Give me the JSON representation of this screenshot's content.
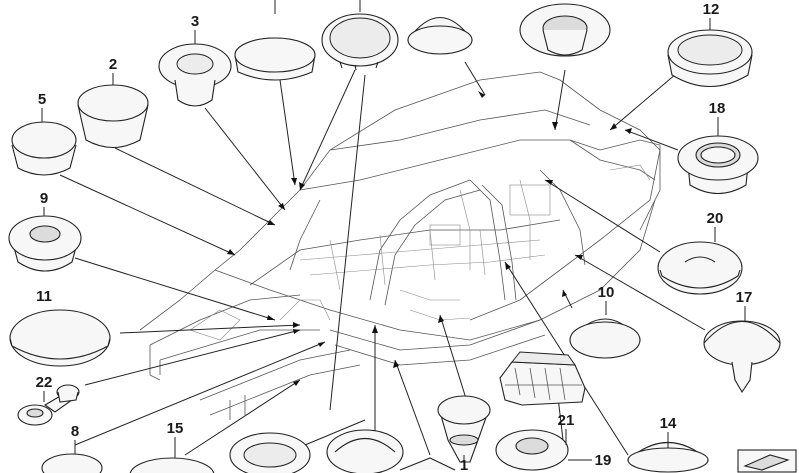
{
  "labels": {
    "p1": "1",
    "p2": "2",
    "p3": "3",
    "p5": "5",
    "p8": "8",
    "p9": "9",
    "p10": "10",
    "p11": "11",
    "p12": "12",
    "p14": "14",
    "p15": "15",
    "p17": "17",
    "p18": "18",
    "p19": "19",
    "p20": "20",
    "p21": "21",
    "p22": "22"
  },
  "colors": {
    "line": "#222222",
    "part_fill": "#f7f7f7",
    "part_shade": "#dcdcdc",
    "background": "#ffffff"
  }
}
